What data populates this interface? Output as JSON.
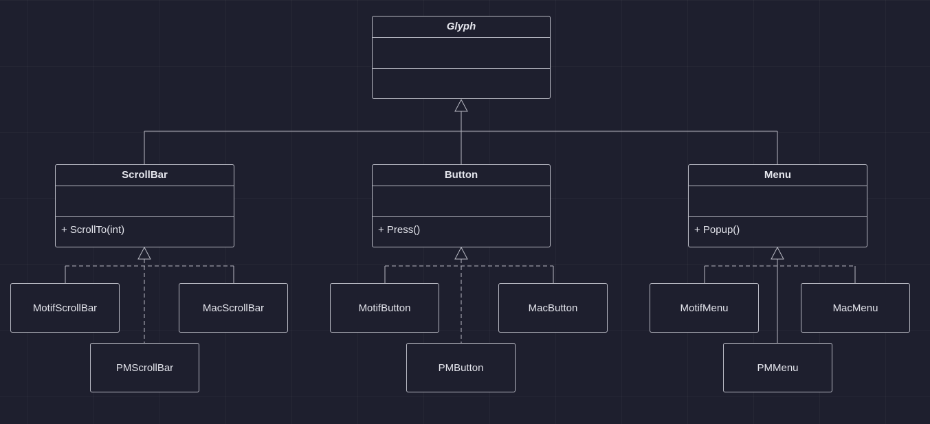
{
  "diagram": {
    "root": {
      "name": "Glyph",
      "abstract": true,
      "operations": []
    },
    "classes": [
      {
        "name": "ScrollBar",
        "operation": "+ ScrollTo(int)",
        "subclasses": [
          "MotifScrollBar",
          "MacScrollBar",
          "PMScrollBar"
        ]
      },
      {
        "name": "Button",
        "operation": "+ Press()",
        "subclasses": [
          "MotifButton",
          "MacButton",
          "PMButton"
        ]
      },
      {
        "name": "Menu",
        "operation": "+ Popup()",
        "subclasses": [
          "MotifMenu",
          "MacMenu",
          "PMMenu"
        ]
      }
    ]
  },
  "colors": {
    "background": "#1e1f2e",
    "stroke": "#b9bac4",
    "text": "#e4e5ec"
  }
}
